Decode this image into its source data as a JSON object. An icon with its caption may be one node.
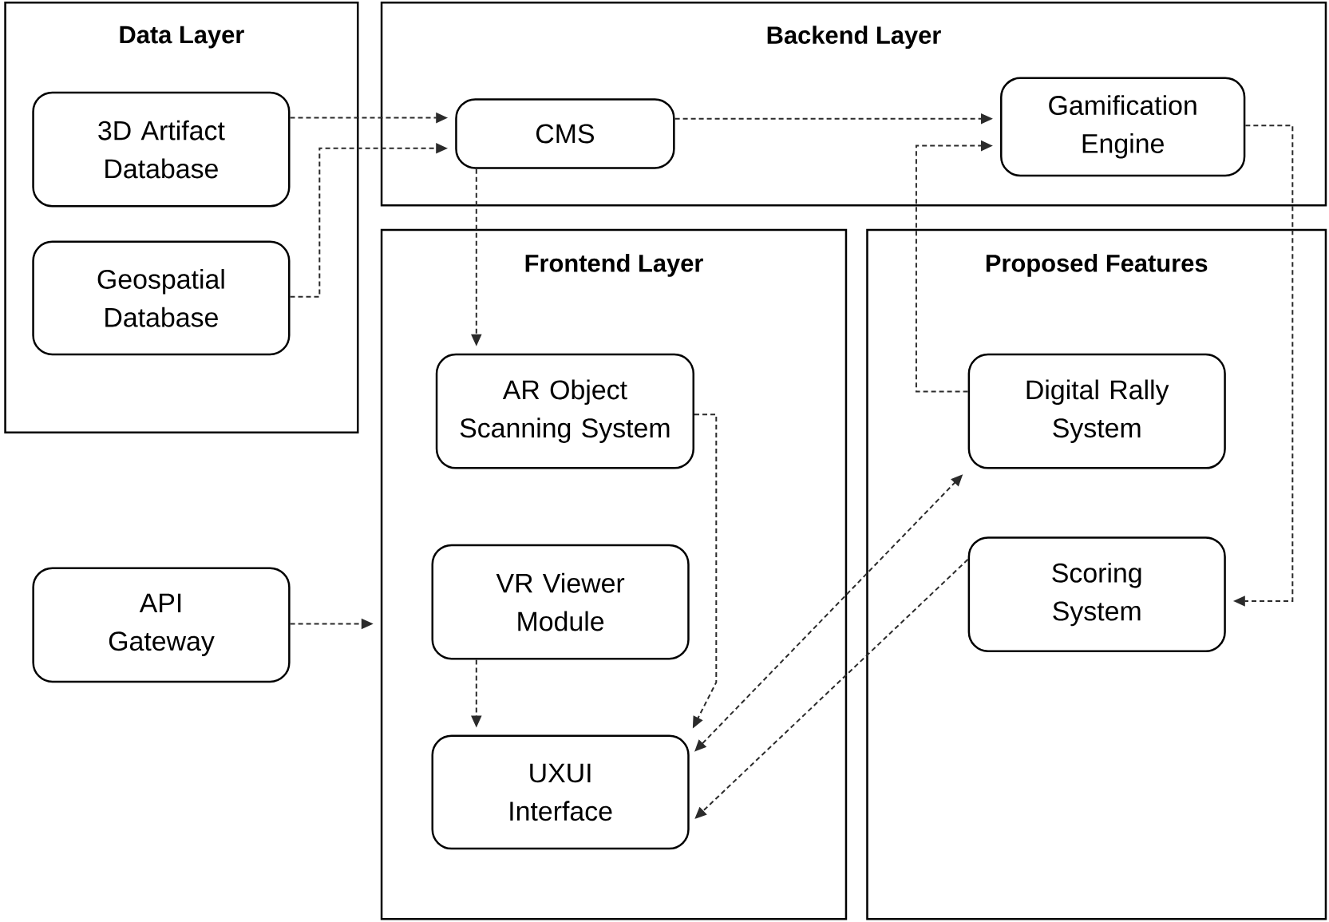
{
  "diagram": {
    "nodes": [
      {
        "text": [
          "Data Layer"
        ]
      },
      {
        "text": [
          "Backend Layer"
        ]
      },
      {
        "text": [
          "Frontend Layer"
        ]
      },
      {
        "text": [
          "Proposed Features"
        ]
      },
      {
        "text": [
          "3D Artifact Database"
        ],
        "in": 0
      },
      {
        "text": [
          "Geospatial Database"
        ],
        "in": 0
      },
      {
        "text": [
          "CMS"
        ],
        "in": 1
      },
      {
        "text": [
          "Gamification Engine"
        ],
        "in": 1
      },
      {
        "text": [
          "AR Object Scanning System"
        ],
        "in": 2
      },
      {
        "text": [
          "VR Viewer Module"
        ],
        "in": 2
      },
      {
        "text": [
          "UXUI Interface"
        ],
        "in": 2
      },
      {
        "text": [
          "Digital Rally System"
        ],
        "in": 3
      },
      {
        "text": [
          "Scoring System"
        ],
        "in": 3
      },
      {
        "text": [
          "API Gateway"
        ]
      }
    ],
    "edges": [
      {
        "from": 4,
        "to": 6,
        "arrow": "to",
        "style": "dashed"
      },
      {
        "from": 5,
        "to": 6,
        "arrow": "to",
        "style": "dashed"
      },
      {
        "from": 6,
        "to": 7,
        "arrow": "to",
        "style": "dashed"
      },
      {
        "from": 6,
        "to": 8,
        "arrow": "to",
        "style": "dashed"
      },
      {
        "from": 11,
        "to": 7,
        "arrow": "to",
        "style": "dashed"
      },
      {
        "from": 7,
        "to": 12,
        "arrow": "to",
        "style": "dashed"
      },
      {
        "from": 13,
        "to": 2,
        "arrow": "to",
        "style": "dashed"
      },
      {
        "from": 8,
        "to": 10,
        "arrow": "to",
        "style": "dashed"
      },
      {
        "from": 9,
        "to": 10,
        "arrow": "to",
        "style": "dashed"
      },
      {
        "from": 10,
        "to": 11,
        "arrow": "both",
        "style": "dashed"
      },
      {
        "from": 12,
        "to": 10,
        "arrow": "to",
        "style": "dashed"
      }
    ]
  }
}
